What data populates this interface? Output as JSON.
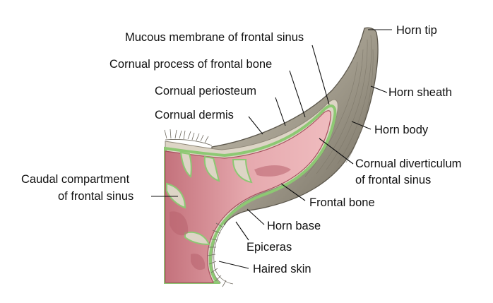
{
  "labels": {
    "horn_tip": "Horn tip",
    "mucous_membrane": "Mucous membrane of frontal sinus",
    "cornual_process": "Cornual process of frontal bone",
    "horn_sheath": "Horn sheath",
    "cornual_periosteum": "Cornual periosteum",
    "cornual_dermis": "Cornual dermis",
    "horn_body": "Horn body",
    "cornual_diverticulum_line1": "Cornual diverticulum",
    "cornual_diverticulum_line2": "of frontal sinus",
    "caudal_compartment_line1": "Caudal compartment",
    "caudal_compartment_line2": "of frontal sinus",
    "frontal_bone": "Frontal bone",
    "horn_base": "Horn base",
    "epiceras": "Epiceras",
    "haired_skin": "Haired skin"
  },
  "colors": {
    "sinus_pink": "#e6a9ae",
    "sinus_dark": "#a8525f",
    "mucosa_green": "#8dc873",
    "horn_gray": "#a29c8d",
    "bone_beige": "#ddd5c6"
  }
}
